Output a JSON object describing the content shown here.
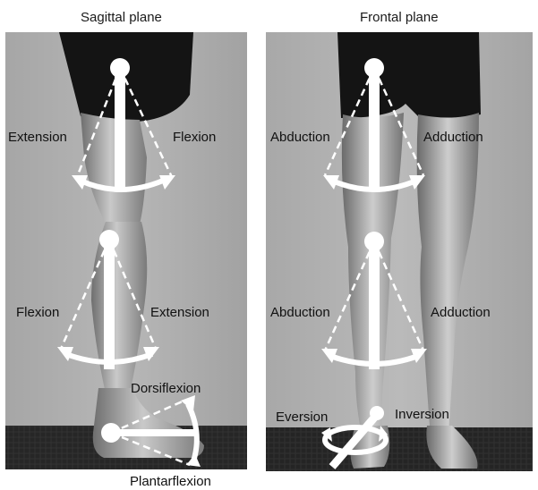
{
  "panels": {
    "sagittal": {
      "title": "Sagittal plane",
      "hip": {
        "left": "Extension",
        "right": "Flexion"
      },
      "knee": {
        "left": "Flexion",
        "right": "Extension"
      },
      "ankle": {
        "top": "Dorsiflexion",
        "bottom": "Plantarflexion"
      }
    },
    "frontal": {
      "title": "Frontal plane",
      "hip": {
        "left": "Abduction",
        "right": "Adduction"
      },
      "knee": {
        "left": "Abduction",
        "right": "Adduction"
      },
      "ankle": {
        "left": "Eversion",
        "right": "Inversion"
      }
    }
  },
  "icons": [
    "joint-marker-icon",
    "range-of-motion-arc-icon",
    "rotation-arrow-icon"
  ],
  "colors": {
    "background": "#ffffff",
    "marker": "#ffffff"
  }
}
